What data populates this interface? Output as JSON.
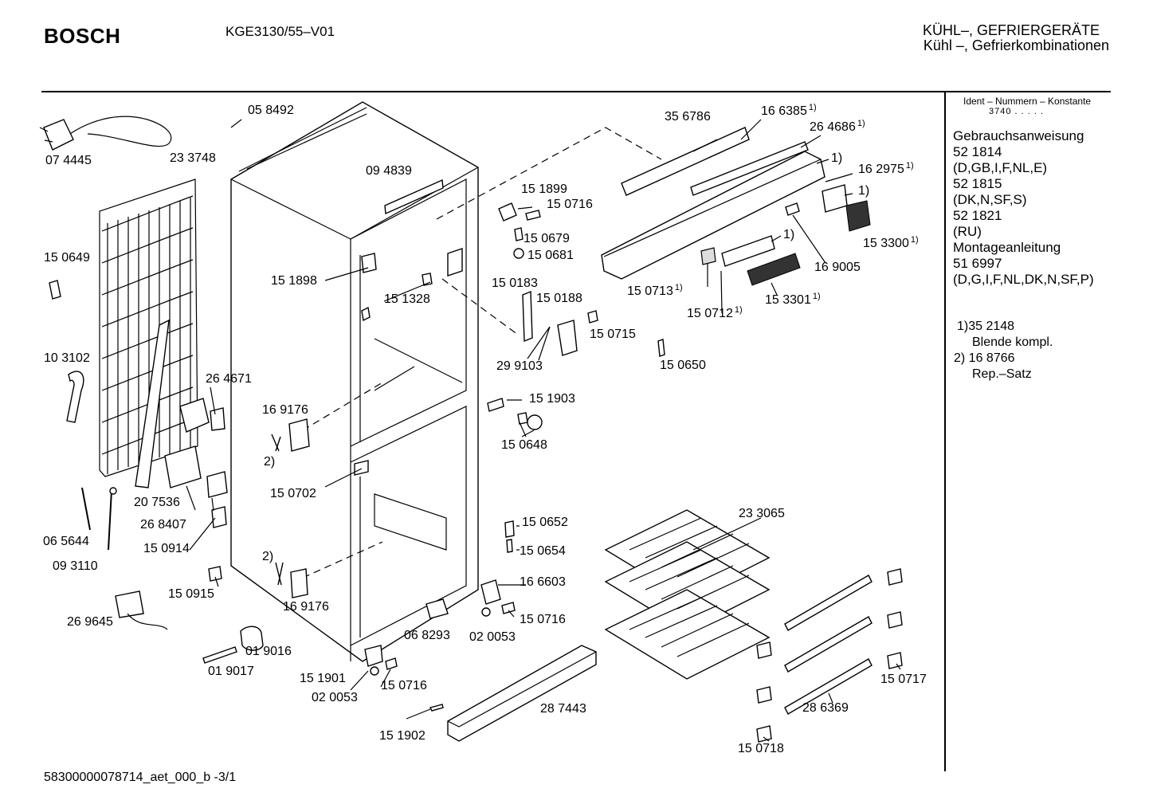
{
  "header": {
    "brand": "BOSCH",
    "model": "KGE3130/55–V01",
    "category_line1": "KÜHL–, GEFRIERGERÄTE",
    "category_line2": "Kühl –, Gefrierkombinationen"
  },
  "sidebar": {
    "ident_title": "Ident – Nummern – Konstante",
    "ident_constant": "3740 . . . . .",
    "lines": [
      "Gebrauchsanweisung",
      "52 1814",
      "(D,GB,I,F,NL,E)",
      "52 1815",
      "(DK,N,SF,S)",
      "52 1821",
      "(RU)",
      "Montageanleitung",
      "51 6997",
      "(D,G,I,F,NL,DK,N,SF,P)"
    ],
    "notes": [
      "1)35 2148",
      "Blende kompl.",
      "2) 16 8766",
      "Rep.–Satz"
    ]
  },
  "parts": [
    {
      "text": "05 8492",
      "sup": ""
    },
    {
      "text": "07 4445",
      "sup": ""
    },
    {
      "text": "23 3748",
      "sup": ""
    },
    {
      "text": "09 4839",
      "sup": ""
    },
    {
      "text": "15 0649",
      "sup": ""
    },
    {
      "text": "15 1898",
      "sup": ""
    },
    {
      "text": "15 1328",
      "sup": ""
    },
    {
      "text": "10 3102",
      "sup": ""
    },
    {
      "text": "26 4671",
      "sup": ""
    },
    {
      "text": "16 9176",
      "sup": ""
    },
    {
      "text": "2)",
      "sup": ""
    },
    {
      "text": "15 0702",
      "sup": ""
    },
    {
      "text": "20 7536",
      "sup": ""
    },
    {
      "text": "26 8407",
      "sup": ""
    },
    {
      "text": "06 5644",
      "sup": ""
    },
    {
      "text": "15 0914",
      "sup": ""
    },
    {
      "text": "09 3110",
      "sup": ""
    },
    {
      "text": "2)",
      "sup": ""
    },
    {
      "text": "15 0915",
      "sup": ""
    },
    {
      "text": "16 9176",
      "sup": ""
    },
    {
      "text": "26 9645",
      "sup": ""
    },
    {
      "text": "01 9016",
      "sup": ""
    },
    {
      "text": "01 9017",
      "sup": ""
    },
    {
      "text": "15 1901",
      "sup": ""
    },
    {
      "text": "15 0716",
      "sup": ""
    },
    {
      "text": "02 0053",
      "sup": ""
    },
    {
      "text": "15 1902",
      "sup": ""
    },
    {
      "text": "28 7443",
      "sup": ""
    },
    {
      "text": "06 8293",
      "sup": ""
    },
    {
      "text": "02 0053",
      "sup": ""
    },
    {
      "text": "15 0716",
      "sup": ""
    },
    {
      "text": "16 6603",
      "sup": ""
    },
    {
      "text": "15 0654",
      "sup": ""
    },
    {
      "text": "15 0652",
      "sup": ""
    },
    {
      "text": "15 0648",
      "sup": ""
    },
    {
      "text": "15 1903",
      "sup": ""
    },
    {
      "text": "29 9103",
      "sup": ""
    },
    {
      "text": "15 0188",
      "sup": ""
    },
    {
      "text": "15 0183",
      "sup": ""
    },
    {
      "text": "15 0715",
      "sup": ""
    },
    {
      "text": "15 0650",
      "sup": ""
    },
    {
      "text": "15 1899",
      "sup": ""
    },
    {
      "text": "15 0716",
      "sup": ""
    },
    {
      "text": "15 0679",
      "sup": ""
    },
    {
      "text": "15 0681",
      "sup": ""
    },
    {
      "text": "35 6786",
      "sup": ""
    },
    {
      "text": "16 6385",
      "sup": "1)"
    },
    {
      "text": "26 4686",
      "sup": "1)"
    },
    {
      "text": "1)",
      "sup": ""
    },
    {
      "text": "16 2975",
      "sup": "1)"
    },
    {
      "text": "1)",
      "sup": ""
    },
    {
      "text": "15 3300",
      "sup": "1)"
    },
    {
      "text": "16 9005",
      "sup": ""
    },
    {
      "text": "1)",
      "sup": ""
    },
    {
      "text": "15 0713",
      "sup": "1)"
    },
    {
      "text": "15 0712",
      "sup": "1)"
    },
    {
      "text": "15 3301",
      "sup": "1)"
    },
    {
      "text": "23 3065",
      "sup": ""
    },
    {
      "text": "15 0717",
      "sup": ""
    },
    {
      "text": "28 6369",
      "sup": ""
    },
    {
      "text": "15 0718",
      "sup": ""
    }
  ],
  "footer": {
    "code": "58300000078714_aet_000_b -3/1"
  }
}
